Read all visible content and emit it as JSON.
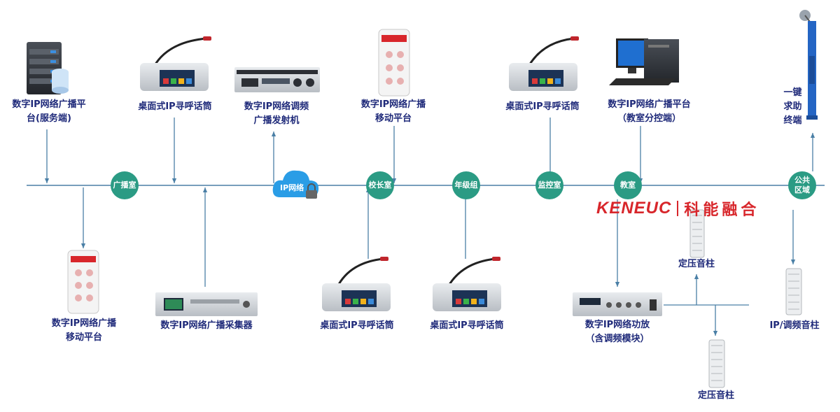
{
  "brand": {
    "name_en": "KENEUC",
    "name_cn": "科能融合",
    "color": "#d8262b"
  },
  "network": {
    "cloud_label": "IP网络",
    "line_color": "#4a7fa6",
    "node_color": "#2b9b84"
  },
  "nodes": {
    "broadcast_room": "广播室",
    "principal_office": "校长室",
    "grade_group": "年级组",
    "monitor_room": "监控室",
    "classroom": "教室",
    "public_area": "公共\n区域"
  },
  "devices": {
    "server": "数字IP网络广播平\n台(服务端)",
    "desk_mic_1": "桌面式IP寻呼话筒",
    "tuner": "数字IP网络调频\n广播发射机",
    "mobile_top": "数字IP网络广播\n移动平台",
    "desk_mic_2": "桌面式IP寻呼话筒",
    "classroom_pc": "数字IP网络广播平台\n（教室分控端）",
    "sos": "一键\n求助\n终端",
    "mobile_bottom": "数字IP网络广播\n移动平台",
    "collector": "数字IP网络广播采集器",
    "desk_mic_3": "桌面式IP寻呼话筒",
    "desk_mic_4": "桌面式IP寻呼话筒",
    "amplifier": "数字IP网络功放\n（含调频模块）",
    "speaker_1": "定压音柱",
    "speaker_2": "定压音柱",
    "ip_speaker": "IP/调频音柱"
  }
}
